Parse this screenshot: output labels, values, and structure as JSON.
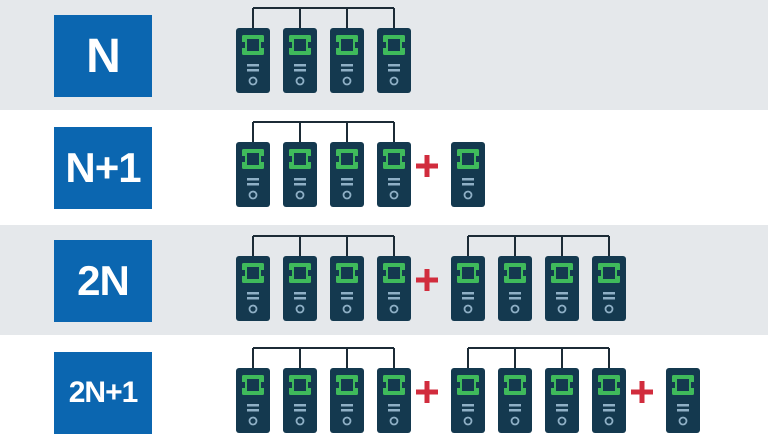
{
  "colors": {
    "row_shade": "#e5e8eb",
    "label_bg": "#0b66b0",
    "label_text": "#ffffff",
    "server_body": "#14394f",
    "server_screen": "#3fba5b",
    "server_detail": "#8fb0c6",
    "plus": "#d12c3d",
    "connector": "#1c2b36"
  },
  "rows": [
    {
      "label": "N",
      "groups": [
        {
          "servers": 4,
          "linked": true
        }
      ]
    },
    {
      "label": "N+1",
      "groups": [
        {
          "servers": 4,
          "linked": true
        },
        {
          "servers": 1,
          "linked": false
        }
      ]
    },
    {
      "label": "2N",
      "groups": [
        {
          "servers": 4,
          "linked": true
        },
        {
          "servers": 4,
          "linked": true
        }
      ]
    },
    {
      "label": "2N+1",
      "groups": [
        {
          "servers": 4,
          "linked": true
        },
        {
          "servers": 4,
          "linked": true
        },
        {
          "servers": 1,
          "linked": false
        }
      ]
    }
  ],
  "icons": {
    "server": "server-icon",
    "plus": "plus-icon"
  }
}
